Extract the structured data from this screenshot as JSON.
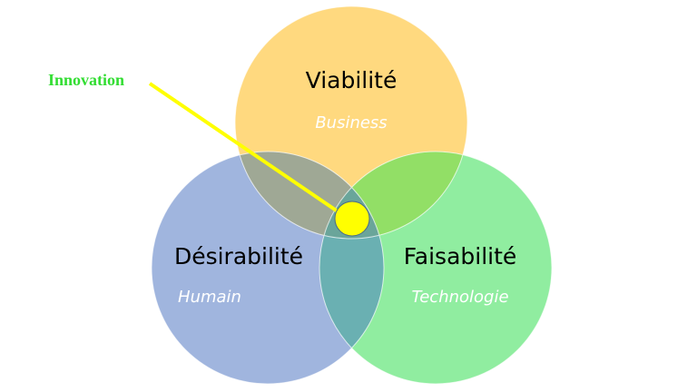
{
  "diagram": {
    "circles": [
      {
        "id": "viability",
        "title": "Viabilité",
        "subtitle": "Business",
        "color": "#FFD97F"
      },
      {
        "id": "desirability",
        "title": "Désirabilité",
        "subtitle": "Humain",
        "color": "#A0B5DE"
      },
      {
        "id": "feasibility",
        "title": "Faisabilité",
        "subtitle": "Technologie",
        "color": "#90EDA0"
      }
    ],
    "overlaps": {
      "viability_desirability": "#9FA895",
      "viability_feasibility": "#92DF66",
      "desirability_feasibility": "#6AB0B2",
      "all": "#6AA59A"
    },
    "callout": {
      "label": "Innovation",
      "label_color": "#33DD33",
      "line_color": "#FFFF00",
      "marker_color": "#FFFF00"
    }
  }
}
